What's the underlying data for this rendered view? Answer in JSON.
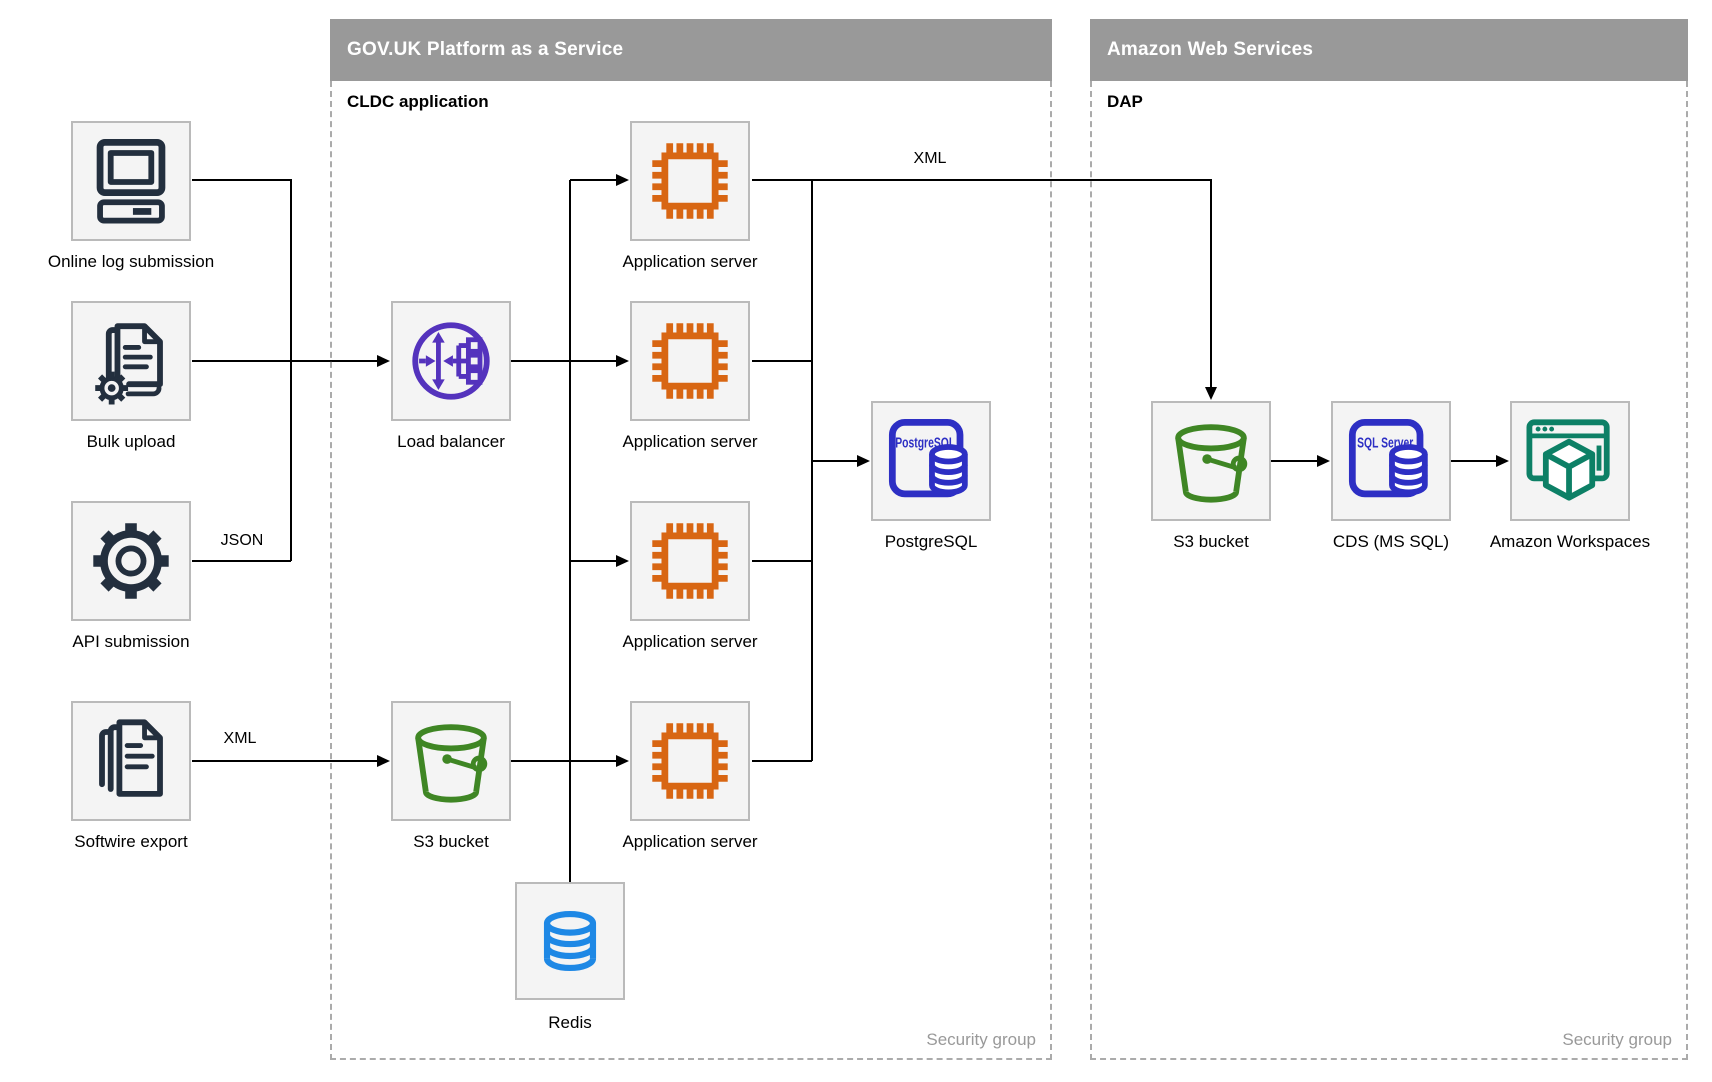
{
  "colors": {
    "header_bar": "#999999",
    "node_fill": "#F4F4F4",
    "node_border": "#BABABA",
    "muted_text": "#999999",
    "navy": "#232F3E",
    "orange": "#D86613",
    "purple": "#5433BD",
    "green": "#3F8624",
    "db_blue": "#2D2FC4",
    "redis_blue": "#1E88E5",
    "teal": "#0D8066",
    "wire": "#000000"
  },
  "containers": {
    "govuk": {
      "title": "GOV.UK Platform as a Service",
      "sublabel": "CLDC application",
      "footer": "Security group"
    },
    "aws": {
      "title": "Amazon Web Services",
      "sublabel": "DAP",
      "footer": "Security group"
    }
  },
  "nodes": {
    "online_log": {
      "label": "Online log submission"
    },
    "bulk_upload": {
      "label": "Bulk upload"
    },
    "api_submission": {
      "label": "API submission"
    },
    "softwire_export": {
      "label": "Softwire export"
    },
    "load_balancer": {
      "label": "Load balancer"
    },
    "app_server_1": {
      "label": "Application server"
    },
    "app_server_2": {
      "label": "Application server"
    },
    "app_server_3": {
      "label": "Application server"
    },
    "app_server_4": {
      "label": "Application server"
    },
    "s3_govuk": {
      "label": "S3 bucket"
    },
    "redis": {
      "label": "Redis"
    },
    "postgresql": {
      "label": "PostgreSQL",
      "icon_text": "PostgreSQL"
    },
    "s3_aws": {
      "label": "S3 bucket"
    },
    "cds": {
      "label": "CDS (MS SQL)",
      "icon_text": "SQL Server"
    },
    "workspaces": {
      "label": "Amazon Workspaces"
    }
  },
  "edge_labels": {
    "api_json": "JSON",
    "softwire_xml": "XML",
    "to_aws_xml": "XML"
  }
}
